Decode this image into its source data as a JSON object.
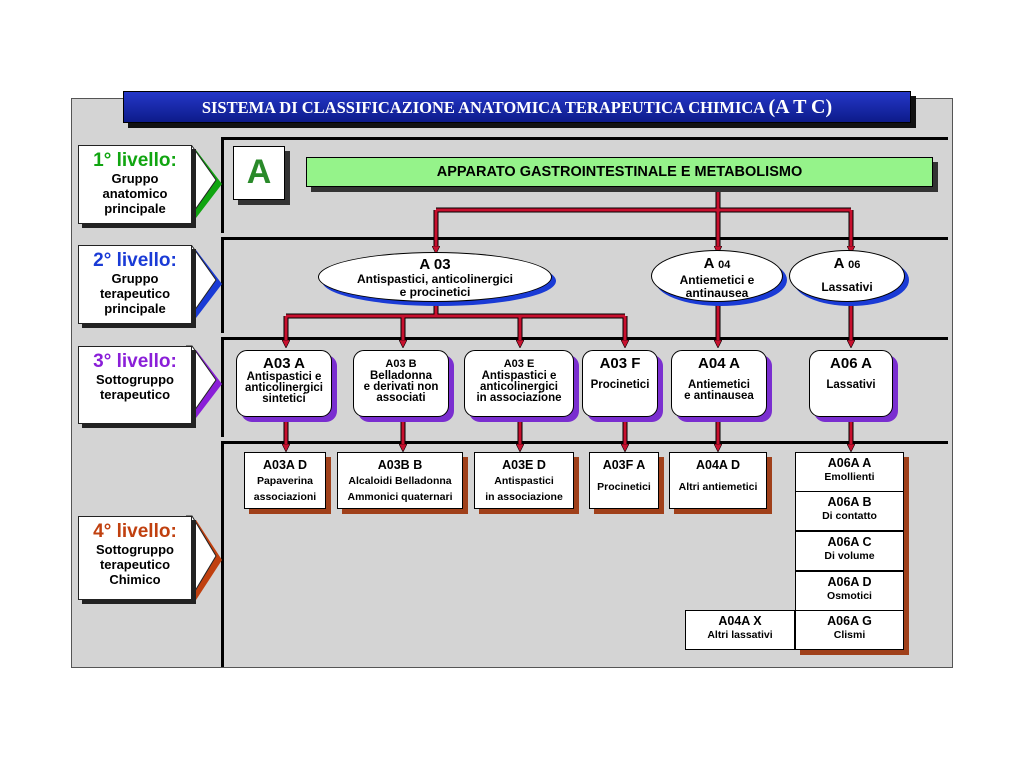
{
  "title": {
    "main": "SISTEMA DI CLASSIFICAZIONE ANATOMICA TERAPEUTICA CHIMICA",
    "atc": "(A T C)"
  },
  "levels": [
    {
      "head": "1° livello:",
      "text": "Gruppo\nanatomico\nprincipale",
      "color": "#11a511"
    },
    {
      "head": "2° livello:",
      "text": "Gruppo\nterapeutico\nprincipale",
      "color": "#1a3bd6"
    },
    {
      "head": "3° livello:",
      "text": "Sottogruppo\nterapeutico",
      "color": "#8a1fd8"
    },
    {
      "head": "4° livello:",
      "text": "Sottogruppo\nterapeutico\nChimico",
      "color": "#c0400f"
    }
  ],
  "anatomic": {
    "letter": "A",
    "group": "APPARATO  GASTROINTESTINALE  E  METABOLISMO"
  },
  "therapeutic": [
    {
      "code": "A",
      "num": "03",
      "desc": "Antispastici, anticolinergici\ne procinetici"
    },
    {
      "code": "A",
      "num": "04",
      "desc": "Antiemetici e\nantinausea"
    },
    {
      "code": "A",
      "num": "06",
      "desc": "Lassativi"
    }
  ],
  "subgroups": [
    {
      "code": "A03 A",
      "desc": "Antispastici e\nanticolinergici\nsintetici"
    },
    {
      "code": "A03 B",
      "desc": "Belladonna\ne derivati non\nassociati"
    },
    {
      "code": "A03 E",
      "desc": "Antispastici e\nanticolinergici\nin associazione"
    },
    {
      "code": "A03 F",
      "desc": "Procinetici"
    },
    {
      "code": "A04 A",
      "desc": "Antiemetici\ne antinausea"
    },
    {
      "code": "A06 A",
      "desc": "Lassativi"
    }
  ],
  "chemical": [
    {
      "code": "A03A",
      "letter": "D",
      "desc": "Papaverina\nassociazioni"
    },
    {
      "code": "A03B",
      "letter": "B",
      "desc": "Alcaloidi  Belladonna\nAmmonici quaternari"
    },
    {
      "code": "A03E",
      "letter": "D",
      "desc": "Antispastici\nin associazione"
    },
    {
      "code": "A03F",
      "letter": "A",
      "desc": "Procinetici"
    },
    {
      "code": "A04A",
      "letter": "D",
      "desc": "Altri antiemetici"
    }
  ],
  "a06_children": [
    {
      "code": "A06A A",
      "desc": "Emollienti"
    },
    {
      "code": "A06A B",
      "desc": "Di contatto"
    },
    {
      "code": "A06A C",
      "desc": "Di volume"
    },
    {
      "code": "A06A D",
      "desc": "Osmotici"
    },
    {
      "code": "A06A G",
      "desc": "Clismi"
    }
  ],
  "extra": {
    "code": "A04A X",
    "desc": "Altri lassativi"
  },
  "colors": {
    "connector": "#c8102e",
    "title_bg": "#1a2ab0",
    "group_bg": "#95f38a",
    "panel_bg": "#d4d4d4"
  }
}
